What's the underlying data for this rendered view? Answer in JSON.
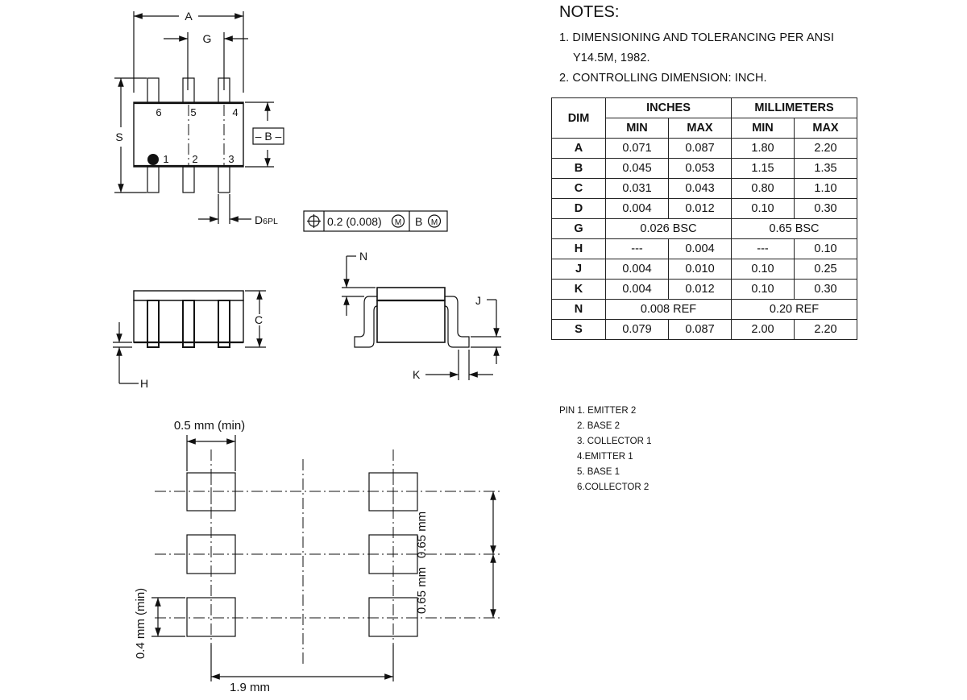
{
  "notes": {
    "title": "NOTES:",
    "line1": "1. DIMENSIONING AND TOLERANCING PER ANSI",
    "line1b": "Y14.5M, 1982.",
    "line2": "2. CONTROLLING DIMENSION: INCH."
  },
  "table": {
    "dim_header": "DIM",
    "inches_header": "INCHES",
    "mm_header": "MILLIMETERS",
    "min_label": "MIN",
    "max_label": "MAX",
    "rows": [
      {
        "dim": "A",
        "in_min": "0.071",
        "in_max": "0.087",
        "mm_min": "1.80",
        "mm_max": "2.20"
      },
      {
        "dim": "B",
        "in_min": "0.045",
        "in_max": "0.053",
        "mm_min": "1.15",
        "mm_max": "1.35"
      },
      {
        "dim": "C",
        "in_min": "0.031",
        "in_max": "0.043",
        "mm_min": "0.80",
        "mm_max": "1.10"
      },
      {
        "dim": "D",
        "in_min": "0.004",
        "in_max": "0.012",
        "mm_min": "0.10",
        "mm_max": "0.30"
      },
      {
        "dim": "G",
        "in_span": "0.026 BSC",
        "mm_span": "0.65 BSC"
      },
      {
        "dim": "H",
        "in_min": "---",
        "in_max": "0.004",
        "mm_min": "---",
        "mm_max": "0.10"
      },
      {
        "dim": "J",
        "in_min": "0.004",
        "in_max": "0.010",
        "mm_min": "0.10",
        "mm_max": "0.25"
      },
      {
        "dim": "K",
        "in_min": "0.004",
        "in_max": "0.012",
        "mm_min": "0.10",
        "mm_max": "0.30"
      },
      {
        "dim": "N",
        "in_span": "0.008 REF",
        "mm_span": "0.20 REF"
      },
      {
        "dim": "S",
        "in_min": "0.079",
        "in_max": "0.087",
        "mm_min": "2.00",
        "mm_max": "2.20"
      }
    ]
  },
  "pins": {
    "p1": "PIN 1. EMITTER 2",
    "p2": "2. BASE 2",
    "p3": "3. COLLECTOR 1",
    "p4": "4.EMITTER 1",
    "p5": "5. BASE 1",
    "p6": "6.COLLECTOR 2"
  },
  "drawing": {
    "label_a": "A",
    "label_g": "G",
    "label_s": "S",
    "label_b": "B",
    "label_d": "D",
    "label_d_sub": "6PL",
    "label_c": "C",
    "label_h": "H",
    "label_n": "N",
    "label_j": "J",
    "label_k": "K",
    "pin_num_6": "6",
    "pin_num_5": "5",
    "pin_num_4": "4",
    "pin_num_1": "1",
    "pin_num_2": "2",
    "pin_num_3": "3",
    "tolerance_value": "0.2 (0.008)",
    "tolerance_ref": "B",
    "mmc_symbol": "M",
    "pad_width": "0.5 mm (min)",
    "pad_height": "0.4 mm (min)",
    "pad_pitch_1": "0.65 mm",
    "pad_pitch_2": "0.65 mm",
    "pad_span": "1.9 mm"
  }
}
